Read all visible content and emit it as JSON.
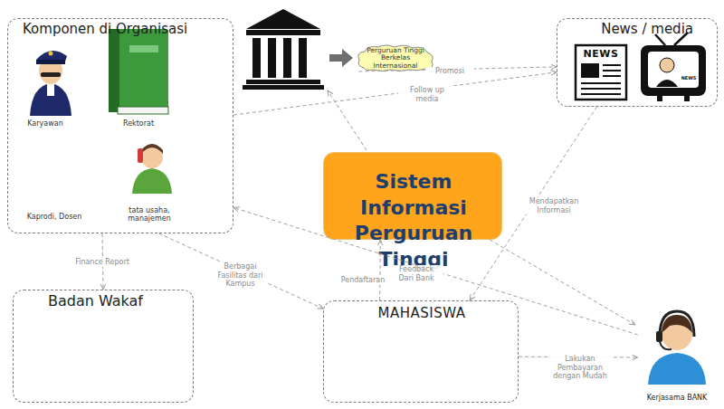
{
  "diagram": {
    "nodes": [
      {
        "text": [
          "Komponen di Organisasi"
        ]
      },
      {
        "text": [
          "Perguruan Tinggi Berkelas Internasional"
        ]
      },
      {
        "text": [
          "News / media"
        ]
      },
      {
        "text": [
          "Sistem Informasi Perguruan Tinggi"
        ]
      },
      {
        "text": [
          "Badan Wakaf"
        ]
      },
      {
        "text": [
          "MAHASISWA"
        ]
      },
      {
        "text": [
          "Kerjasama BANK"
        ]
      }
    ],
    "edges": [
      {
        "from": 0,
        "to": 2,
        "label": "Follow up media",
        "arrow": "to"
      },
      {
        "from": 1,
        "to": 2,
        "label": "Promosi",
        "arrow": "to"
      },
      {
        "from": 2,
        "to": 5,
        "label": "Mendapatkan Informasi",
        "arrow": "to"
      },
      {
        "from": 0,
        "to": 4,
        "label": "Finance Report",
        "arrow": "to"
      },
      {
        "from": 0,
        "to": 5,
        "label": "Berbagai Fasilitas dari Kampus",
        "arrow": "to"
      },
      {
        "from": 5,
        "to": 3,
        "label": "Pendaftaran",
        "arrow": "to"
      },
      {
        "from": 6,
        "to": 0,
        "label": "Feedback Dari Bank",
        "arrow": "to"
      },
      {
        "from": 3,
        "to": 6,
        "arrow": "to"
      },
      {
        "from": 5,
        "to": 6,
        "label": "Lakukan Pembayaran dengan Mudah",
        "arrow": "to"
      }
    ],
    "labels": [
      "Karyawan",
      "Rektorat",
      "Kaprodi, Dosen",
      "tata usaha, manajemen",
      "NEWS",
      "NEWS"
    ]
  }
}
